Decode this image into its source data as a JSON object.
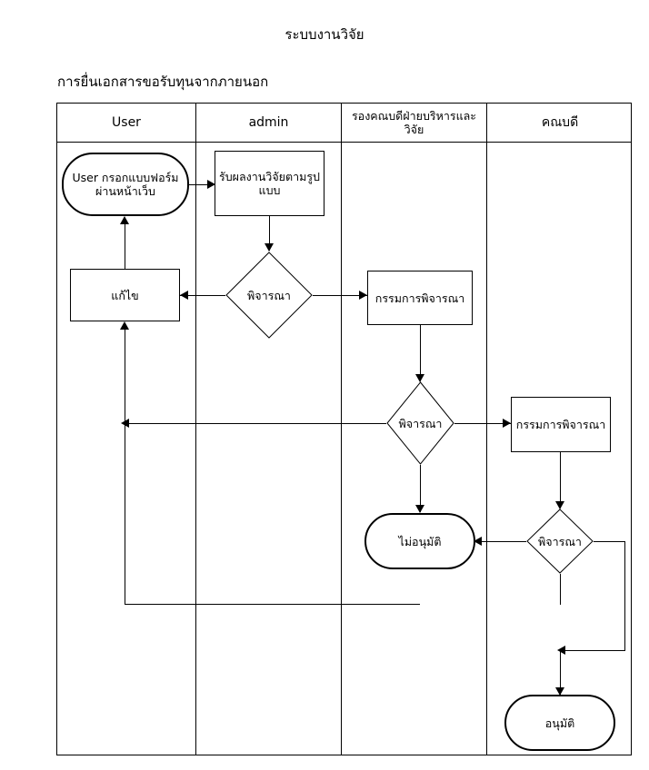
{
  "title": "ระบบงานวิจัย",
  "subtitle": "การยื่นเอกสารขอรับทุนจากภายนอก",
  "lanes": [
    {
      "label": "User"
    },
    {
      "label": "admin"
    },
    {
      "label": "รองคณบดีฝ่ายบริหารและวิจัย"
    },
    {
      "label": "คณบดี"
    }
  ],
  "nodes": {
    "user_form": {
      "label": "User กรอกแบบฟอร์มผ่านหน้าเว็บ",
      "type": "terminal",
      "lane": "User"
    },
    "edit": {
      "label": "แก้ไข",
      "type": "process",
      "lane": "User"
    },
    "receive_research": {
      "label": "รับผลงานวิจัยตามรูปแบบ",
      "type": "process",
      "lane": "admin"
    },
    "admin_decision": {
      "label": "พิจารณา",
      "type": "decision",
      "lane": "admin"
    },
    "committee_review_1": {
      "label": "กรรมการพิจารณา",
      "type": "process",
      "lane": "รองคณบดีฝ่ายบริหารและวิจัย"
    },
    "vicedean_decision": {
      "label": "พิจารณา",
      "type": "decision",
      "lane": "รองคณบดีฝ่ายบริหารและวิจัย"
    },
    "not_approved": {
      "label": "ไม่อนุมัติ",
      "type": "terminal",
      "lane": "รองคณบดีฝ่ายบริหารและวิจัย"
    },
    "committee_review_2": {
      "label": "กรรมการพิจารณา",
      "type": "process",
      "lane": "คณบดี"
    },
    "dean_decision": {
      "label": "พิจารณา",
      "type": "decision",
      "lane": "คณบดี"
    },
    "approved": {
      "label": "อนุมัติ",
      "type": "terminal",
      "lane": "คณบดี"
    }
  },
  "colors": {
    "line": "#000000",
    "background": "#ffffff",
    "text": "#000000"
  }
}
